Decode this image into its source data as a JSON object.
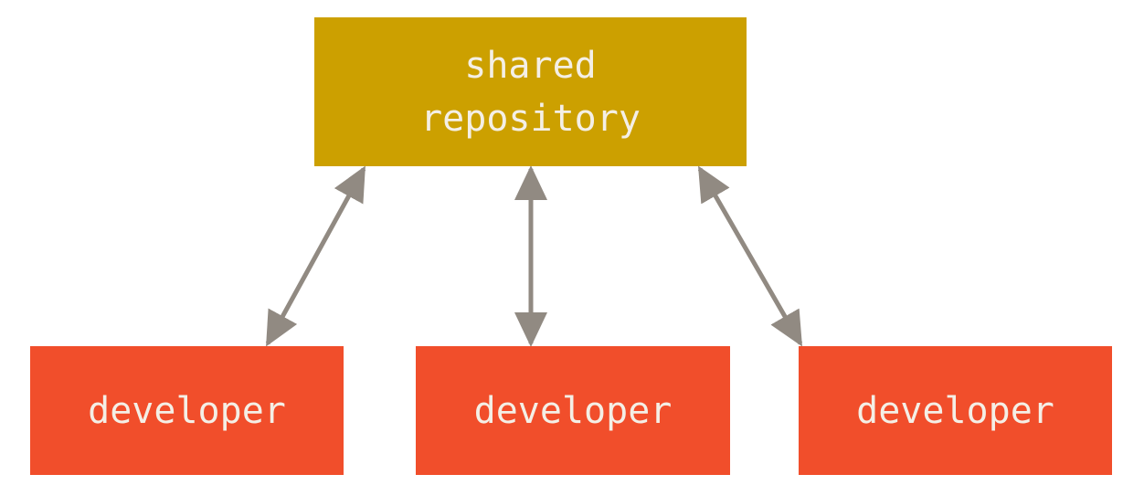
{
  "colors": {
    "repository_fill": "#cca000",
    "developer_fill": "#f14e2b",
    "arrow": "#918a82",
    "label_text": "#f4efe6"
  },
  "repository": {
    "line1": "shared",
    "line2": "repository"
  },
  "developers": [
    {
      "label": "developer"
    },
    {
      "label": "developer"
    },
    {
      "label": "developer"
    }
  ],
  "connections": [
    {
      "from": "repository",
      "to": "developer-1",
      "direction": "bidirectional"
    },
    {
      "from": "repository",
      "to": "developer-2",
      "direction": "bidirectional"
    },
    {
      "from": "repository",
      "to": "developer-3",
      "direction": "bidirectional"
    }
  ]
}
